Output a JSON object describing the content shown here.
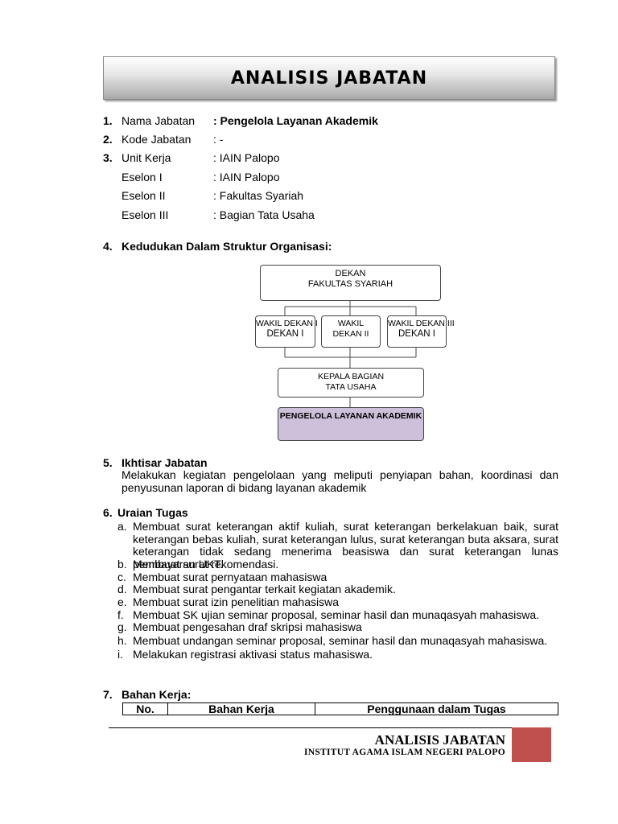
{
  "title": "ANALISIS JABATAN",
  "fields": [
    {
      "num": "1.",
      "label": "Nama Jabatan",
      "value": ": Pengelola Layanan Akademik",
      "bold": true
    },
    {
      "num": "2.",
      "label": "Kode Jabatan",
      "value": ": -"
    },
    {
      "num": "3.",
      "label": "Unit Kerja",
      "value": ": IAIN Palopo"
    },
    {
      "num": "",
      "label": "Eselon I",
      "value": ": IAIN Palopo"
    },
    {
      "num": "",
      "label": "Eselon II",
      "value": ": Fakultas Syariah"
    },
    {
      "num": "",
      "label": "Eselon III",
      "value": ": Bagian Tata Usaha"
    }
  ],
  "section4": {
    "num": "4.",
    "title": "Kedudukan Dalam Struktur Organisasi:"
  },
  "org": {
    "dekan_1": "DEKAN",
    "dekan_2": "FAKULTAS  SYARIAH",
    "wd1_1": "WAKIL DEKAN I",
    "wd1_2": "DEKAN I",
    "wd2_1": "WAKIL",
    "wd2_2": "DEKAN II",
    "wd3_1": "WAKIL DEKAN III",
    "wd3_2": "DEKAN I",
    "kabag_1": "KEPALA BAGIAN",
    "kabag_2": "TATA USAHA",
    "pengelola": "PENGELOLA  LAYANAN AKADEMIK",
    "pengelola_color": "#ccc0da"
  },
  "section5": {
    "num": "5.",
    "title": "Ikhtisar Jabatan",
    "text": "Melakukan kegiatan pengelolaan yang meliputi penyiapan bahan, koordinasi dan penyusunan laporan di bidang layanan akademik"
  },
  "section6": {
    "num": "6.",
    "title": "Uraian Tugas",
    "tasks": [
      {
        "letter": "a.",
        "text": "Membuat surat keterangan aktif kuliah, surat keterangan berkelakuan baik, surat keterangan bebas kuliah, surat keterangan lulus, surat keterangan buta aksara, surat keterangan tidak sedang menerima beasiswa dan surat keterangan lunas pembayaran UKT."
      },
      {
        "letter": "b.",
        "text": "Membuat surat rekomendasi."
      },
      {
        "letter": "c.",
        "text": "Membuat surat pernyataan mahasiswa"
      },
      {
        "letter": "d.",
        "text": "Membuat surat pengantar terkait kegiatan akademik."
      },
      {
        "letter": "e.",
        "text": "Membuat surat izin penelitian mahasiswa"
      },
      {
        "letter": "f.",
        "text": "Membuat SK ujian seminar proposal, seminar hasil dan munaqasyah mahasiswa."
      },
      {
        "letter": "g.",
        "text": "Membuat pengesahan draf skripsi mahasiswa"
      },
      {
        "letter": "h.",
        "text": "Membuat undangan seminar proposal, seminar hasil dan munaqasyah mahasiswa."
      },
      {
        "letter": "i.",
        "text": "Melakukan registrasi aktivasi status mahasiswa."
      }
    ]
  },
  "section7": {
    "num": "7.",
    "title": "Bahan Kerja:",
    "headers": [
      "No.",
      "Bahan Kerja",
      "Penggunaan dalam Tugas"
    ]
  },
  "footer": {
    "title": "ANALISIS JABATAN",
    "subtitle": "INSTITUT AGAMA ISLAM NEGERI PALOPO",
    "accent": "#c0504d"
  }
}
